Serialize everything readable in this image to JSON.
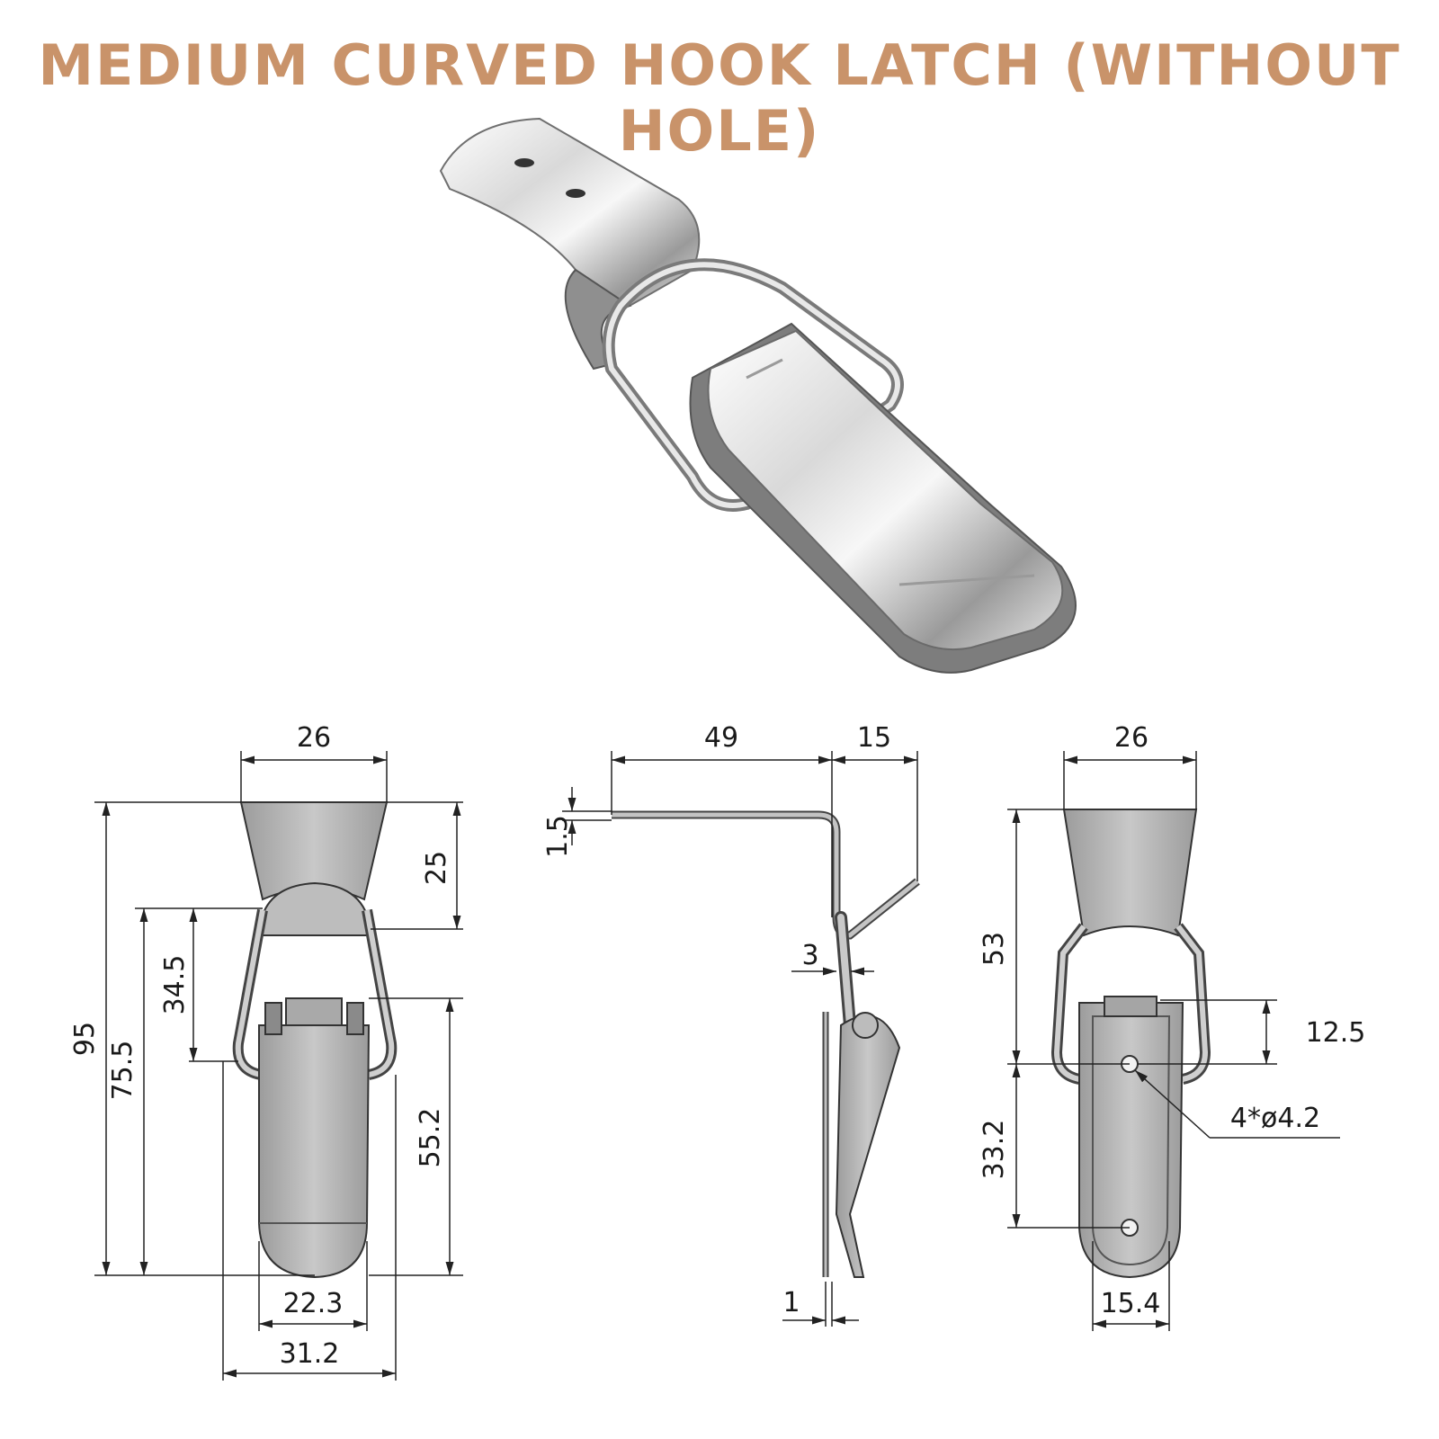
{
  "title": "MEDIUM CURVED HOOK LATCH (WITHOUT HOLE)",
  "colors": {
    "title": "#c9936a",
    "line": "#222222",
    "metal": "#b8b8b8",
    "metal_dark": "#8a8a8a"
  },
  "front_view": {
    "top_width": "26",
    "overall_height": "95",
    "base_height": "75.5",
    "loop_height": "34.5",
    "plate_height": "25",
    "lever_height": "55.2",
    "lever_width": "22.3",
    "loop_width": "31.2"
  },
  "side_view": {
    "length": "49",
    "offset": "15",
    "thickness": "1.5",
    "wire": "3",
    "lever_thickness": "1"
  },
  "back_view": {
    "top_width": "26",
    "plate_height": "53",
    "hole_offset": "12.5",
    "hole_spacing": "33.2",
    "holes": "4*ø4.2",
    "lever_width": "15.4"
  }
}
